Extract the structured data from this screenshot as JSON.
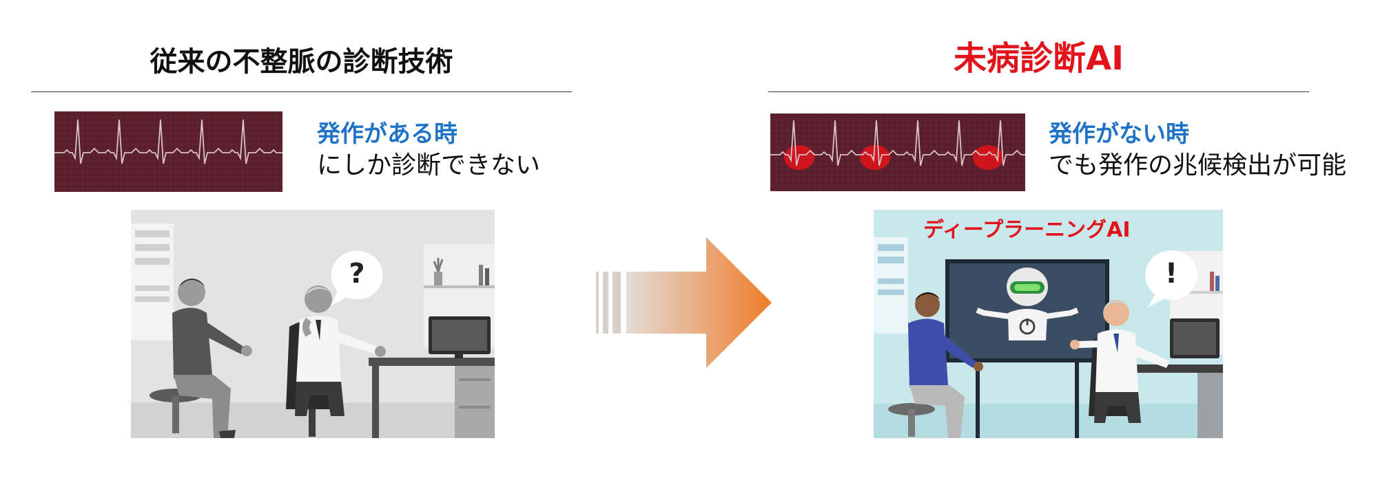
{
  "left": {
    "title": "従来の不整脈の診断技術",
    "caption_strong": "発作がある時",
    "caption_rest": "にしか診断できない",
    "bubble_glyph": "?"
  },
  "right": {
    "title": "未病診断AI",
    "caption_strong": "発作がない時",
    "caption_rest": "でも発作の兆候検出が可能",
    "bubble_glyph": "!",
    "screen_label": "ディープラーニングAI"
  },
  "colors": {
    "title_left": "#111111",
    "title_right": "#e3131b",
    "caption_accent": "#1f73c7",
    "ecg_background": "#5a1f2b",
    "ecg_trace": "#d9c3c6",
    "highlight": "#e3131b",
    "arrow_start": "#d9d1cc",
    "arrow_end": "#ef7d2a"
  },
  "icons": {
    "transition": "arrow-right-icon",
    "left_bubble": "question-bubble-icon",
    "right_bubble": "exclamation-bubble-icon",
    "robot": "robot-icon"
  }
}
